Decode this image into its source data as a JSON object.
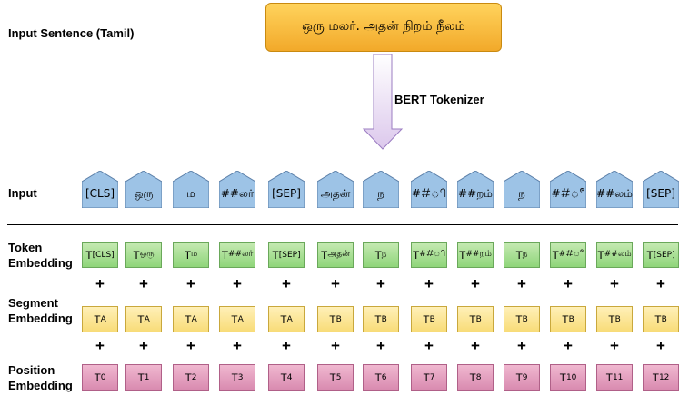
{
  "labels": {
    "input_sentence": "Input Sentence (Tamil)",
    "input": "Input",
    "token_embedding": "Token\nEmbedding",
    "segment_embedding": "Segment\nEmbedding",
    "position_embedding": "Position\nEmbedding"
  },
  "sentence": "ஒரு மலர். அதன் நிறம் நீலம்",
  "tokenizer_label": "BERT Tokenizer",
  "tokens": [
    "[CLS]",
    "ஒரு",
    "ம",
    "##லர்",
    "[SEP]",
    "அதன்",
    "ந",
    "##ி",
    "##றம்",
    "ந",
    "##ீ",
    "##லம்",
    "[SEP]"
  ],
  "token_embeddings": [
    "[CLS]",
    "ஒரு",
    "ம",
    "##லர்",
    "[SEP]",
    "அதன்",
    "ந",
    "##ி",
    "##றம்",
    "ந",
    "##ீ",
    "##லம்",
    "[SEP]"
  ],
  "segment_embeddings": [
    "A",
    "A",
    "A",
    "A",
    "A",
    "B",
    "B",
    "B",
    "B",
    "B",
    "B",
    "B",
    "B"
  ],
  "position_embeddings": [
    "0",
    "1",
    "2",
    "3",
    "4",
    "5",
    "6",
    "7",
    "8",
    "9",
    "10",
    "11",
    "12"
  ],
  "embedding_letter": "T",
  "plus_symbol": "+",
  "colors": {
    "input_box": "#9dc3e6",
    "token_box": "#a9e08f",
    "segment_box": "#fbe28f",
    "position_box": "#e3a0c0",
    "sentence_box": "#f8b932"
  }
}
